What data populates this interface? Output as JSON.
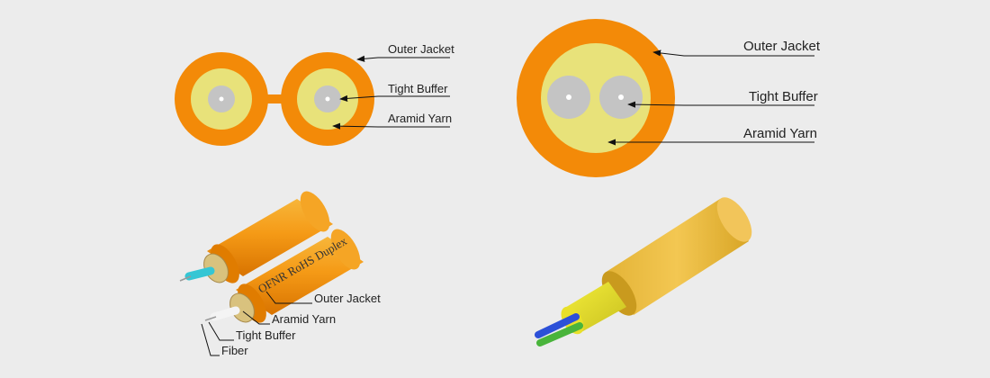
{
  "zipcord_cross_section": {
    "labels": {
      "outer_jacket": "Outer Jacket",
      "tight_buffer": "Tight Buffer",
      "aramid_yarn": "Aramid Yarn"
    }
  },
  "round_duplex_cross_section": {
    "labels": {
      "outer_jacket": "Outer Jacket",
      "tight_buffer": "Tight Buffer",
      "aramid_yarn": "Aramid Yarn"
    }
  },
  "zipcord_3d": {
    "jacket_print": "OFNR RoHS Duplex",
    "labels": {
      "outer_jacket": "Outer Jacket",
      "aramid_yarn": "Aramid Yarn",
      "tight_buffer": "Tight Buffer",
      "fiber": "Fiber"
    }
  },
  "colors": {
    "background": "#ececec",
    "outer_jacket": "#f38a08",
    "aramid_yarn": "#e8e27a",
    "tight_buffer": "#c4c4c4",
    "fiber": "#ffffff",
    "leader_line": "#111111",
    "fiber_blue": "#2c50d8",
    "fiber_green": "#49b43b"
  }
}
